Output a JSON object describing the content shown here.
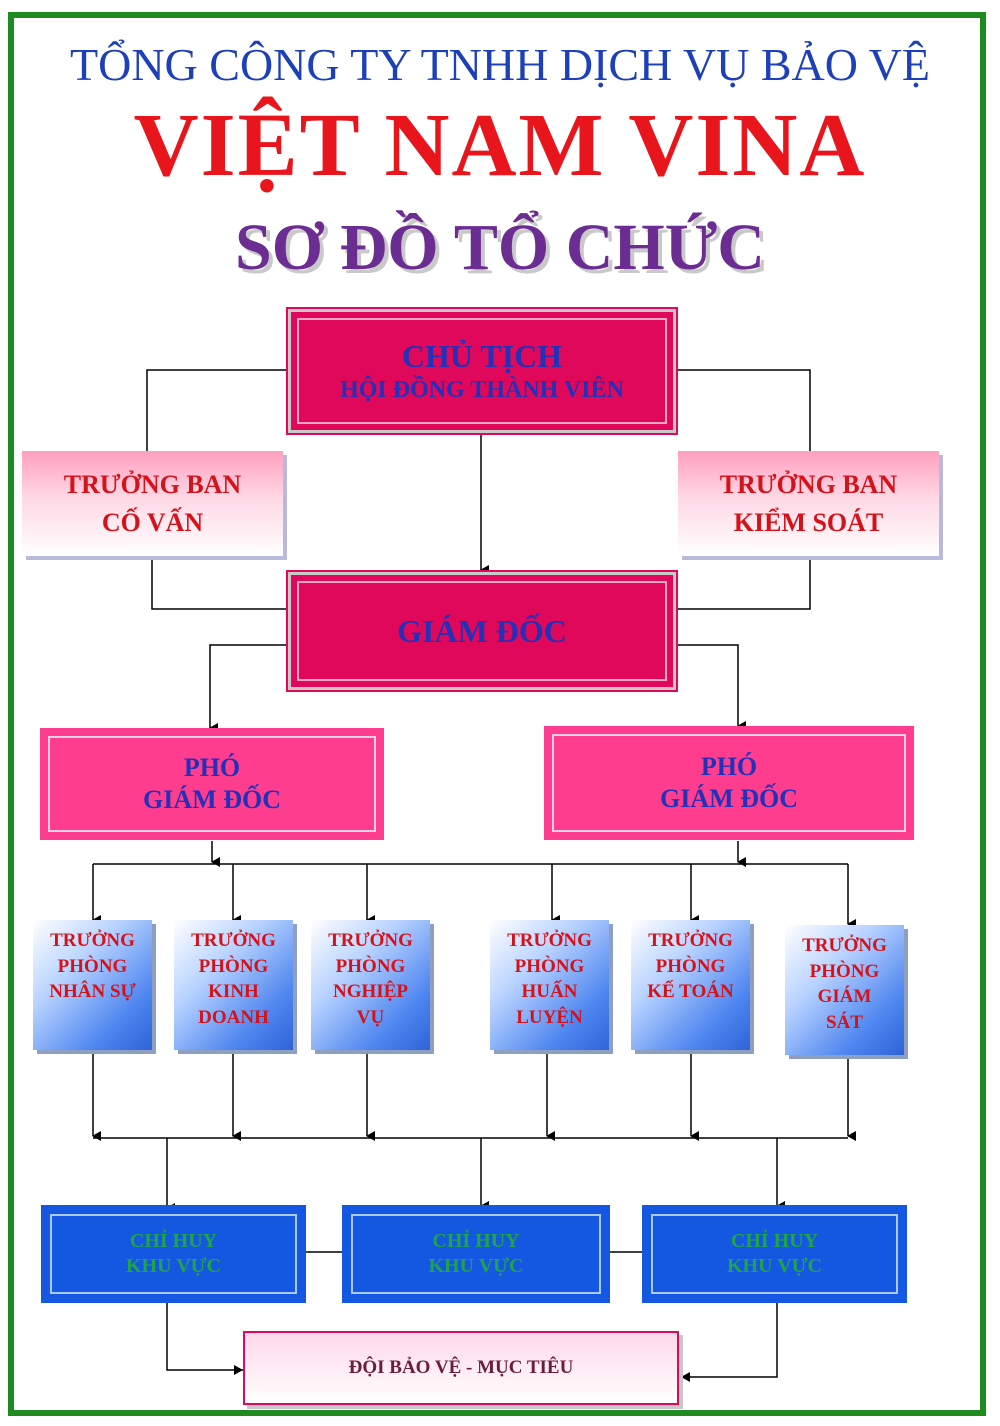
{
  "header": {
    "company_line": "TỔNG CÔNG TY TNHH DỊCH VỤ BẢO VỆ",
    "brand_line": "VIỆT NAM VINA",
    "chart_title": "SƠ ĐỒ TỔ CHỨC"
  },
  "org": {
    "chairman": {
      "line1": "CHỦ TỊCH",
      "line2": "HỘI ĐỒNG THÀNH VIÊN"
    },
    "advisory_head": {
      "line1": "TRƯỞNG BAN",
      "line2": "CỐ VẤN"
    },
    "control_head": {
      "line1": "TRƯỞNG BAN",
      "line2": "KIỂM SOÁT"
    },
    "director": {
      "label": "GIÁM ĐỐC"
    },
    "deputy_left": {
      "line1": "PHÓ",
      "line2": "GIÁM ĐỐC"
    },
    "deputy_right": {
      "line1": "PHÓ",
      "line2": "GIÁM ĐỐC"
    },
    "departments": [
      {
        "lines": [
          "TRƯỞNG",
          "PHÒNG",
          "NHÂN SỰ"
        ]
      },
      {
        "lines": [
          "TRƯỞNG",
          "PHÒNG",
          "KINH",
          "DOANH"
        ]
      },
      {
        "lines": [
          "TRƯỞNG",
          "PHÒNG",
          "NGHIỆP",
          "VỤ"
        ]
      },
      {
        "lines": [
          "TRƯỞNG",
          "PHÒNG",
          "HUẤN",
          "LUYỆN"
        ]
      },
      {
        "lines": [
          "TRƯỞNG",
          "PHÒNG",
          "KẾ TOÁN"
        ]
      },
      {
        "lines": [
          "TRƯỞNG",
          "PHÒNG",
          "GIÁM",
          "SÁT"
        ]
      }
    ],
    "commanders": [
      {
        "line1": "CHỈ HUY",
        "line2": "KHU VỰC"
      },
      {
        "line1": "CHỈ HUY",
        "line2": "KHU VỰC"
      },
      {
        "line1": "CHỈ HUY",
        "line2": "KHU VỰC"
      }
    ],
    "guard_unit": {
      "label": "ĐỘI BẢO VỆ - MỤC TIÊU"
    }
  },
  "colors": {
    "frame": "#1f8a1f",
    "company_text": "#1d3fb8",
    "brand_text": "#e8161c",
    "title_text": "#6b2d91",
    "executive_fill": "#e0085a",
    "deputy_fill": "#ff3d8f",
    "department_fill": "#4f86f0",
    "commander_fill": "#1457e0",
    "commander_text": "#1fa44a"
  }
}
